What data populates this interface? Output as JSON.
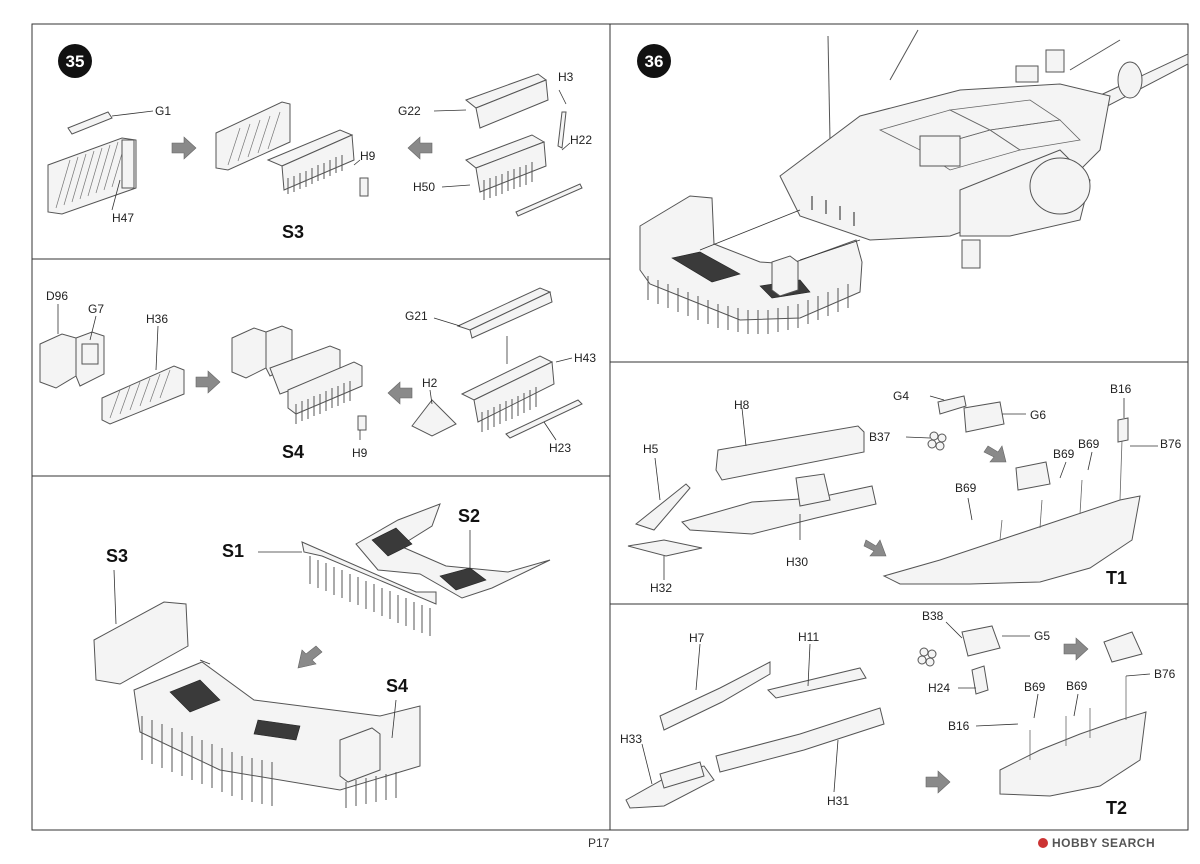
{
  "steps": {
    "s35": {
      "number": "35"
    },
    "s36": {
      "number": "36"
    }
  },
  "panel_s3": {
    "labels": [
      "G1",
      "H47",
      "G22",
      "H3",
      "H22",
      "H9",
      "H50"
    ],
    "result": "S3"
  },
  "panel_s4": {
    "labels": [
      "D96",
      "G7",
      "H36",
      "G21",
      "H43",
      "H2",
      "H9",
      "H23"
    ],
    "result": "S4"
  },
  "panel_assembly": {
    "labels": [
      "S3",
      "S1",
      "S2",
      "S4"
    ]
  },
  "panel_t1": {
    "labels": [
      "G4",
      "G6",
      "B37",
      "B16",
      "B76",
      "B69",
      "B69",
      "B69",
      "H8",
      "H5",
      "H30",
      "H32"
    ],
    "result": "T1"
  },
  "panel_t2": {
    "labels": [
      "B38",
      "G5",
      "B76",
      "H24",
      "B69",
      "B69",
      "B16",
      "H7",
      "H11",
      "H33",
      "H31"
    ],
    "result": "T2"
  },
  "footer": {
    "page": "P17",
    "watermark": "HOBBY SEARCH"
  }
}
